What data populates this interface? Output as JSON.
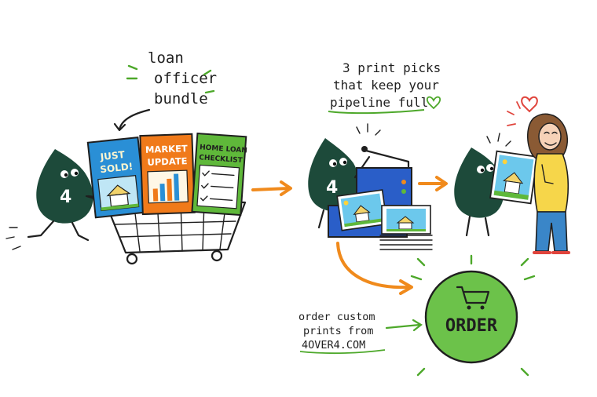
{
  "labels": {
    "bundle_line1": "loan",
    "bundle_line2": "officer",
    "bundle_line3": "bundle",
    "picks_line1": "3 print picks",
    "picks_line2": "that keep your",
    "picks_line3": "pipeline full",
    "order_line1": "order custom",
    "order_line2": "prints from",
    "order_line3": "4OVER4.COM"
  },
  "cards": {
    "just_sold_line1": "JUST",
    "just_sold_line2": "SOLD!",
    "market_line1": "MARKET",
    "market_line2": "UPDATE",
    "checklist_line1": "HOME LOAN",
    "checklist_line2": "CHECKLIST"
  },
  "mascot_number": "4",
  "order_button": {
    "label": "ORDER",
    "icon": "shopping-cart-icon"
  },
  "colors": {
    "mascot": "#1d4a3a",
    "accent_orange": "#f08a1c",
    "accent_green": "#6cc24a",
    "card_blue": "#2a8fd6",
    "card_orange": "#f07a1a",
    "card_green": "#5fb83a",
    "heart": "#e0443c"
  }
}
